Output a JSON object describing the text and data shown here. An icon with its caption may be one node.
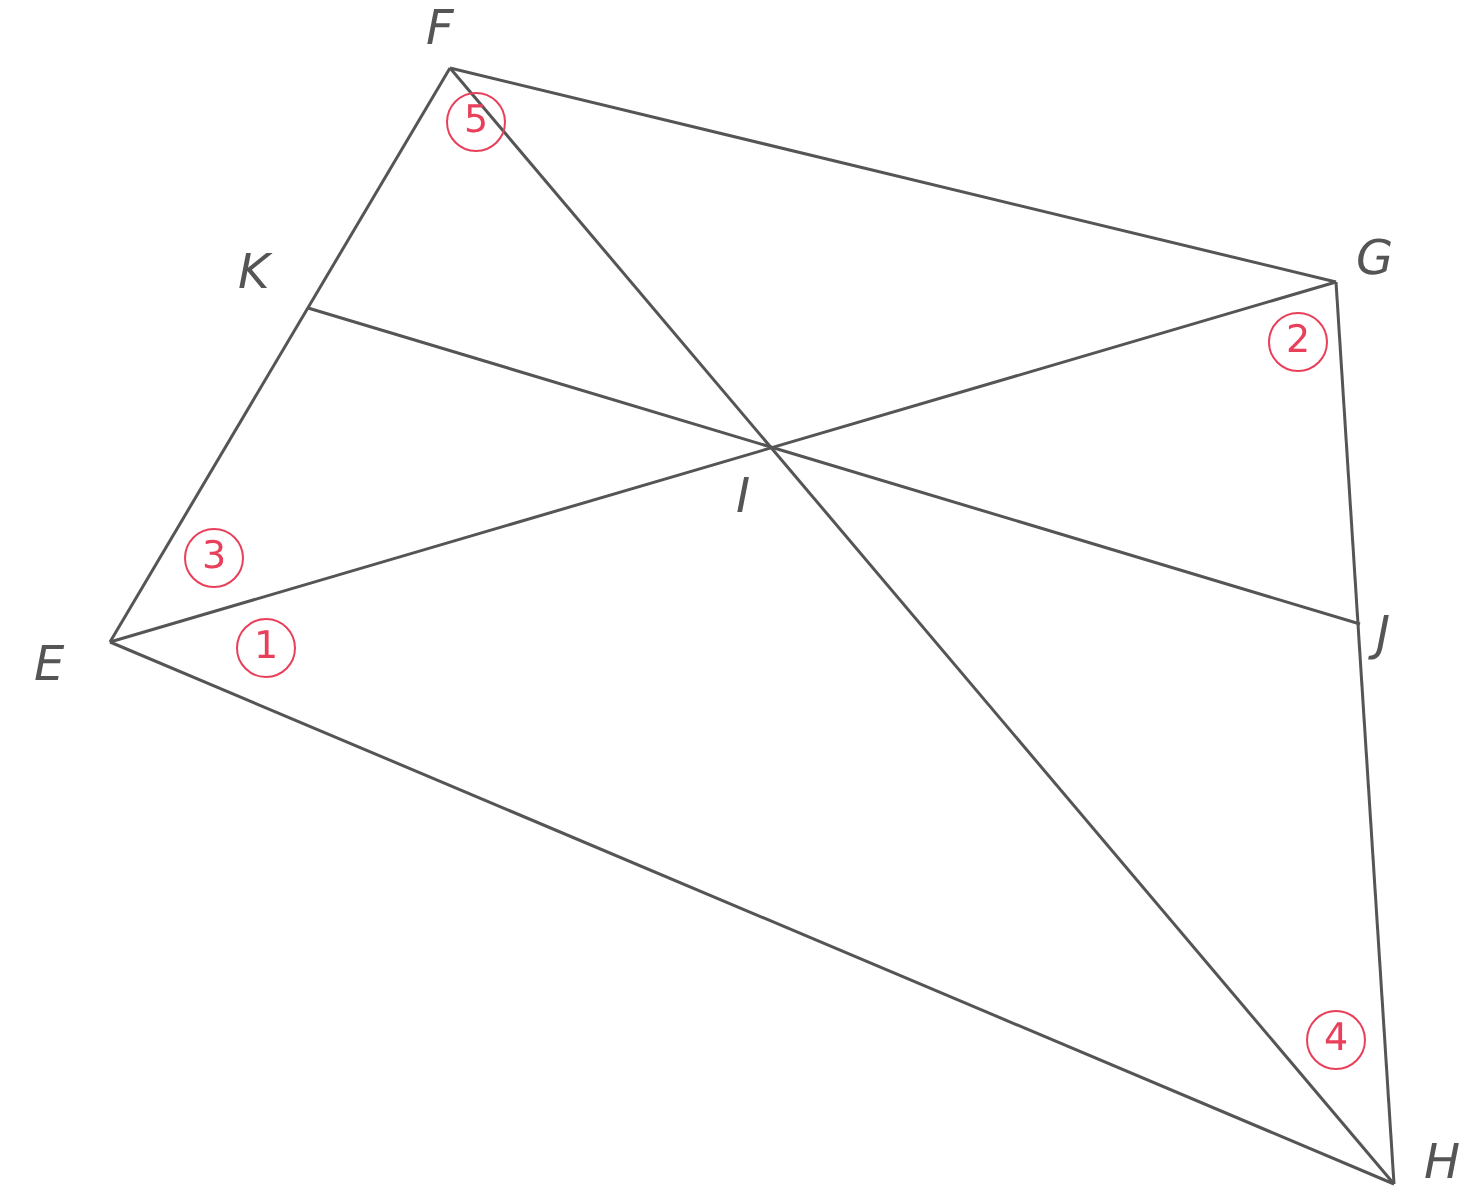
{
  "diagram": {
    "labels": [
      "F",
      "5",
      "K",
      "G",
      "2",
      "I",
      "3",
      "E",
      "1",
      "J",
      "4",
      "H"
    ]
  }
}
